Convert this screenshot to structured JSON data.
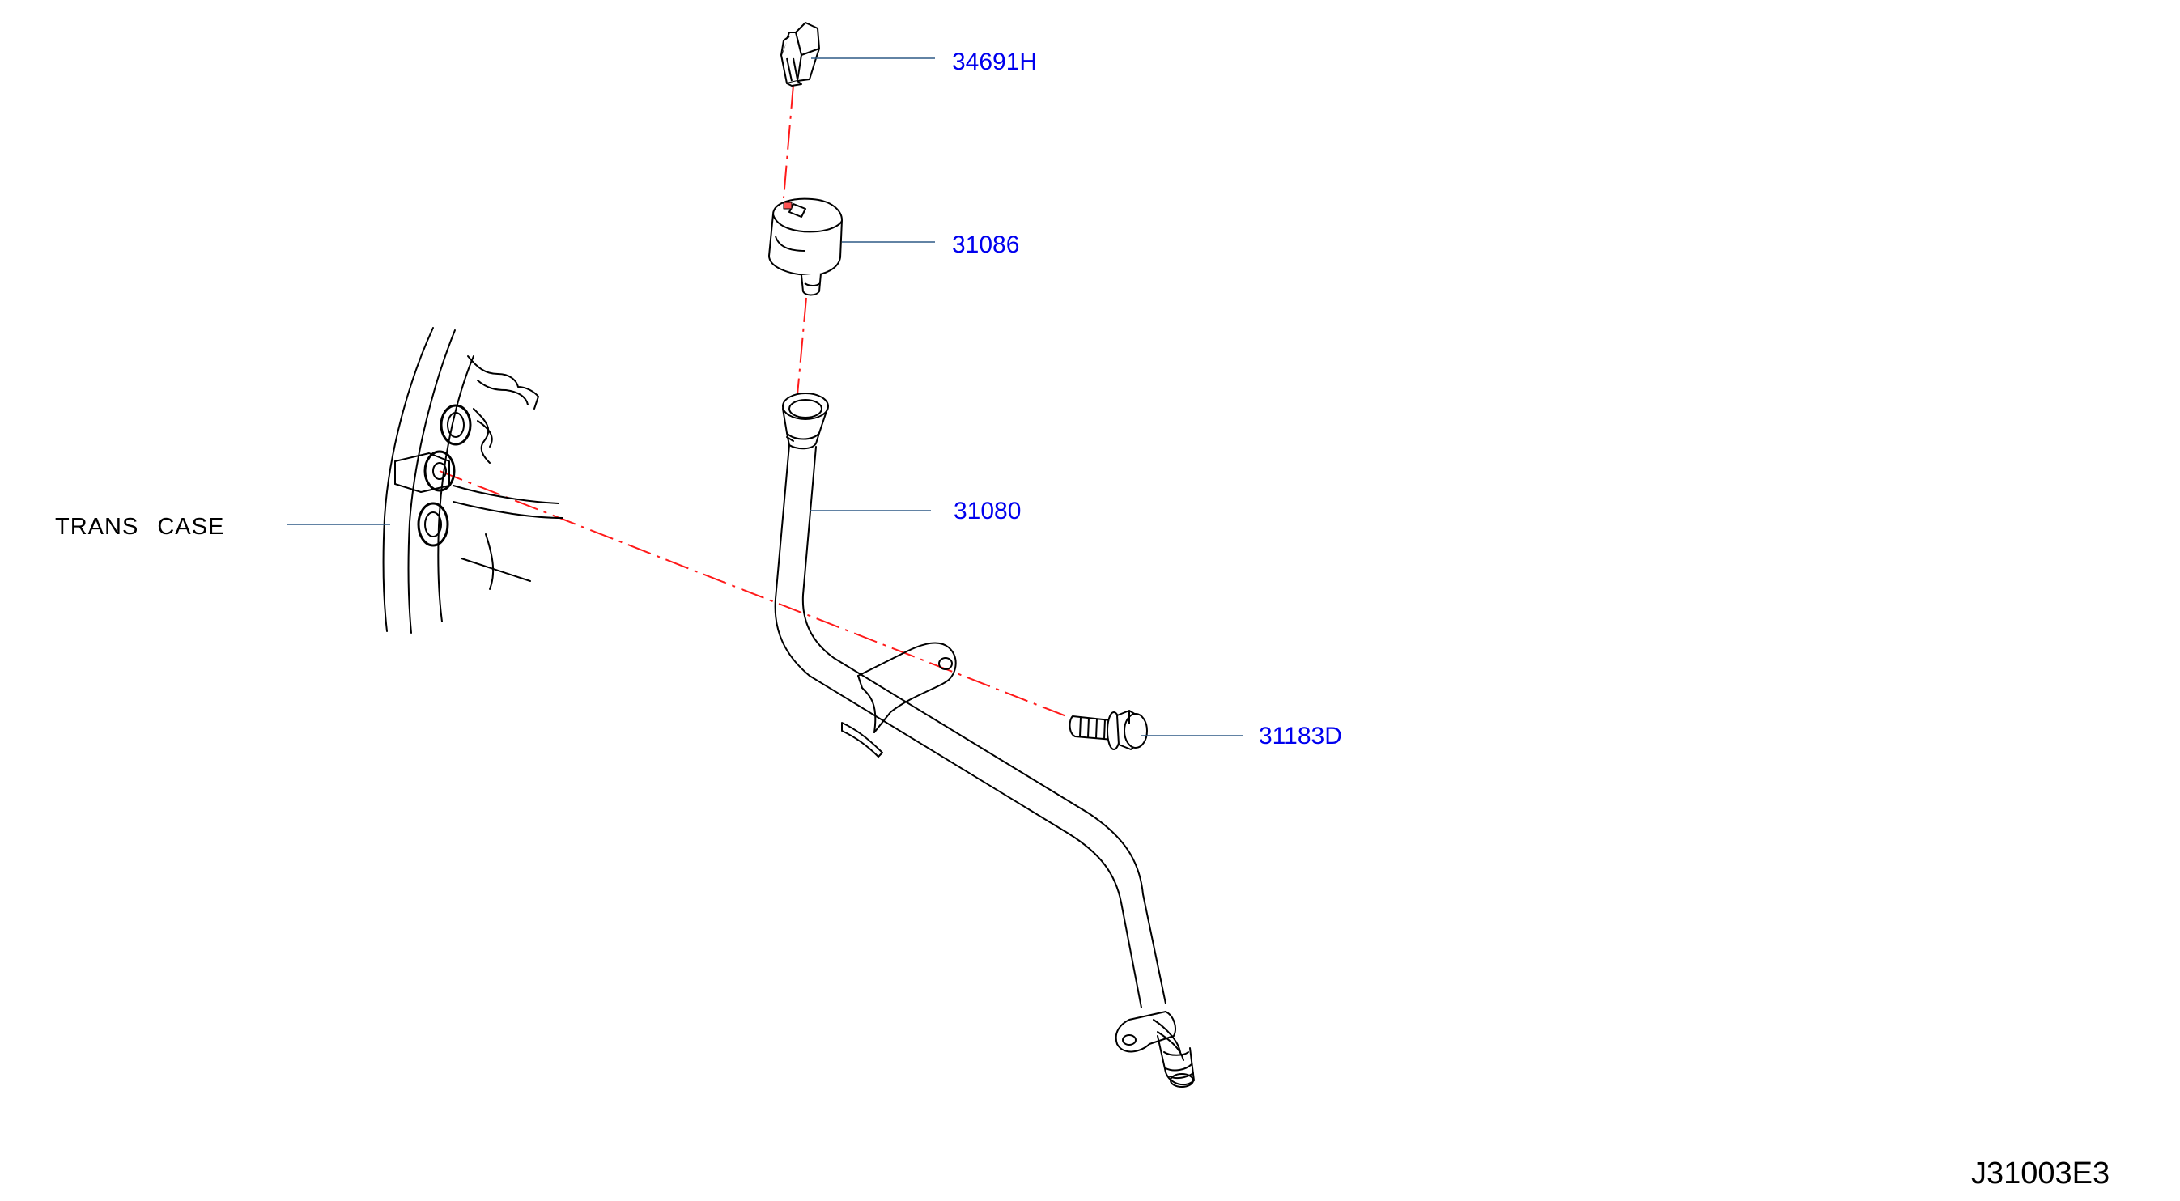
{
  "diagram": {
    "reference_code": "J31003E3",
    "colors": {
      "callout_text": "#0000ee",
      "leader_line": "#2e5a86",
      "center_line": "#ff1a1a",
      "part_outline": "#000000",
      "static_text": "#000000"
    },
    "callouts": [
      {
        "id": "cap",
        "part_number": "34691H"
      },
      {
        "id": "grommet",
        "part_number": "31086"
      },
      {
        "id": "tube",
        "part_number": "31080"
      },
      {
        "id": "bolt",
        "part_number": "31183D"
      }
    ],
    "static_labels": [
      {
        "id": "trans-case",
        "text": "TRANS CASE"
      }
    ]
  }
}
